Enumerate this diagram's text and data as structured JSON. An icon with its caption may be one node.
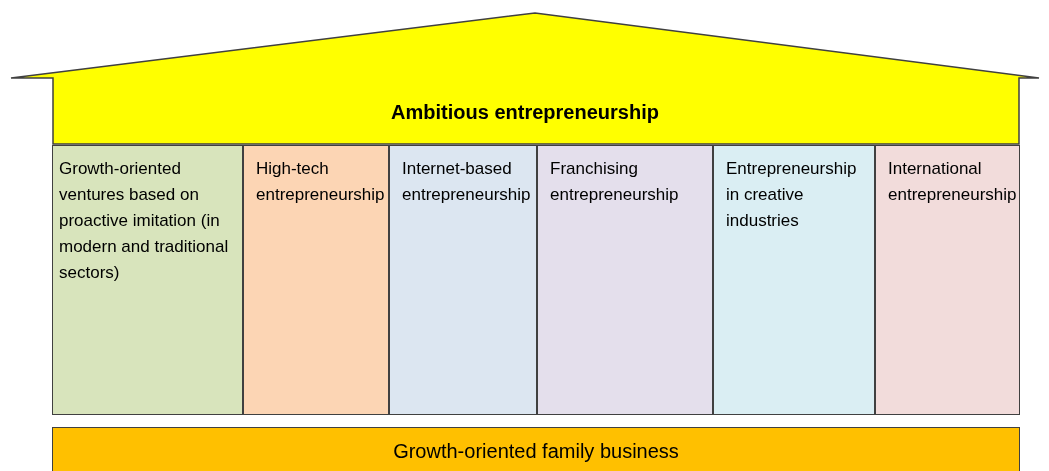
{
  "diagram": {
    "nodes": [
      {
        "text": [
          "Ambitious entrepreneurship"
        ]
      },
      {
        "text": [
          "Growth-oriented ventures based on proactive imitation (in modern and traditional sectors)"
        ]
      },
      {
        "text": [
          "High-tech entrepreneurship"
        ]
      },
      {
        "text": [
          "Internet-based entrepreneurship"
        ]
      },
      {
        "text": [
          "Franchising entrepreneurship"
        ]
      },
      {
        "text": [
          "Entrepreneurship in creative industries"
        ]
      },
      {
        "text": [
          "International entrepreneurship"
        ]
      },
      {
        "text": [
          "Growth-oriented family business"
        ]
      }
    ]
  }
}
